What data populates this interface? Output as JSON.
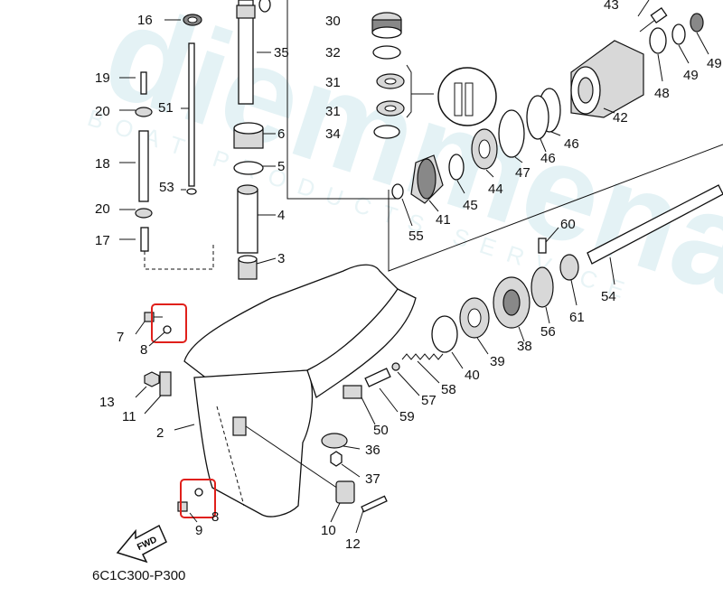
{
  "diagram": {
    "part_code": "6C1C300-P300",
    "fwd_label": "FWD",
    "watermark": "diemmenautica",
    "watermark_sub": "BOAT PRODUCTS SERVICE",
    "highlight_color": "#e0201b",
    "callouts": [
      {
        "id": "c16",
        "text": "16"
      },
      {
        "id": "c35",
        "text": "35"
      },
      {
        "id": "c30",
        "text": "30"
      },
      {
        "id": "c32",
        "text": "32"
      },
      {
        "id": "c31a",
        "text": "31"
      },
      {
        "id": "c31b",
        "text": "31"
      },
      {
        "id": "c34",
        "text": "34"
      },
      {
        "id": "c43",
        "text": "43"
      },
      {
        "id": "c48",
        "text": "48"
      },
      {
        "id": "c49a",
        "text": "49"
      },
      {
        "id": "c49b",
        "text": "49"
      },
      {
        "id": "c42",
        "text": "42"
      },
      {
        "id": "c46a",
        "text": "46"
      },
      {
        "id": "c46b",
        "text": "46"
      },
      {
        "id": "c47",
        "text": "47"
      },
      {
        "id": "c44",
        "text": "44"
      },
      {
        "id": "c45",
        "text": "45"
      },
      {
        "id": "c41",
        "text": "41"
      },
      {
        "id": "c55",
        "text": "55"
      },
      {
        "id": "c19",
        "text": "19"
      },
      {
        "id": "c20a",
        "text": "20"
      },
      {
        "id": "c51",
        "text": "51"
      },
      {
        "id": "c6",
        "text": "6"
      },
      {
        "id": "c5",
        "text": "5"
      },
      {
        "id": "c18",
        "text": "18"
      },
      {
        "id": "c53",
        "text": "53"
      },
      {
        "id": "c4",
        "text": "4"
      },
      {
        "id": "c20b",
        "text": "20"
      },
      {
        "id": "c17",
        "text": "17"
      },
      {
        "id": "c3",
        "text": "3"
      },
      {
        "id": "c60",
        "text": "60"
      },
      {
        "id": "c54",
        "text": "54"
      },
      {
        "id": "c61",
        "text": "61"
      },
      {
        "id": "c56",
        "text": "56"
      },
      {
        "id": "c38",
        "text": "38"
      },
      {
        "id": "c39",
        "text": "39"
      },
      {
        "id": "c40",
        "text": "40"
      },
      {
        "id": "c57",
        "text": "57"
      },
      {
        "id": "c58",
        "text": "58"
      },
      {
        "id": "c59",
        "text": "59"
      },
      {
        "id": "c50",
        "text": "50"
      },
      {
        "id": "c7",
        "text": "7"
      },
      {
        "id": "c8a",
        "text": "8"
      },
      {
        "id": "c13",
        "text": "13"
      },
      {
        "id": "c11",
        "text": "11"
      },
      {
        "id": "c2",
        "text": "2"
      },
      {
        "id": "c36",
        "text": "36"
      },
      {
        "id": "c37",
        "text": "37"
      },
      {
        "id": "c8b",
        "text": "8"
      },
      {
        "id": "c9",
        "text": "9"
      },
      {
        "id": "c10",
        "text": "10"
      },
      {
        "id": "c12",
        "text": "12"
      }
    ]
  }
}
